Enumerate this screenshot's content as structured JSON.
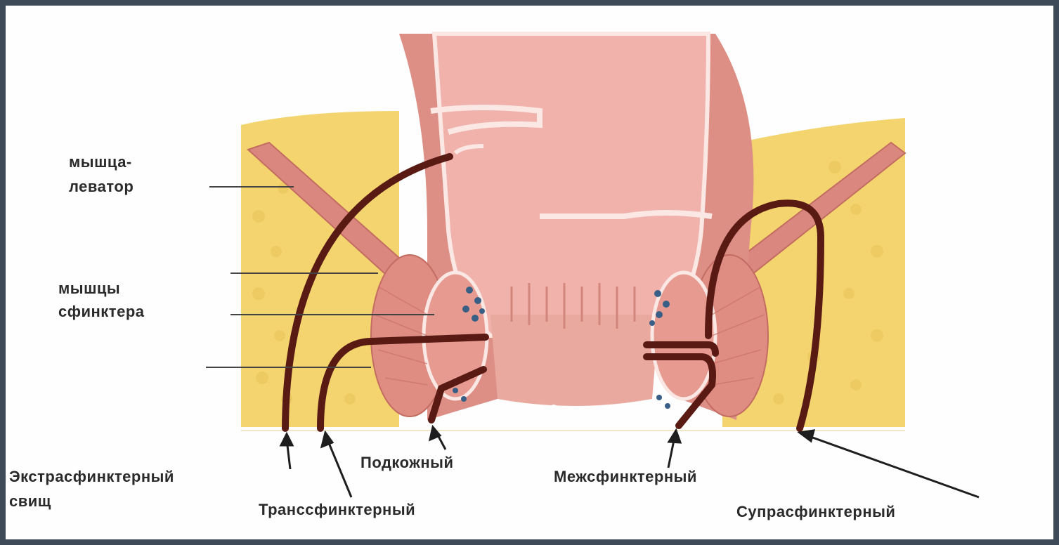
{
  "labels": {
    "levator_line1": "мышца-",
    "levator_line2": "леватор",
    "sphincter_line1": "мышцы",
    "sphincter_line2": "сфинктера",
    "extra_line1": "Экстрасфинктерный",
    "extra_line2": "свищ",
    "trans": "Транссфинктерный",
    "subcutaneous": "Подкожный",
    "inter": "Межсфинктерный",
    "supra": "Супрасфинктерный"
  },
  "colors": {
    "background": "#3e4a57",
    "fat": "#f3d46e",
    "muscle": "#d7857c",
    "mucosa": "#f0b5ae",
    "fistula": "#5a1a14",
    "gland": "#3a5f86"
  }
}
